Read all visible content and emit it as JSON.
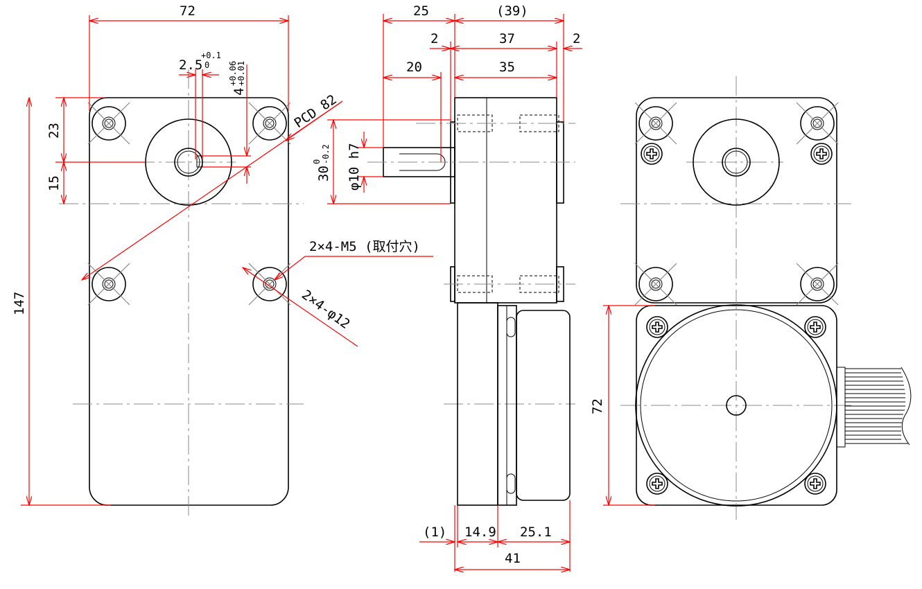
{
  "front_view": {
    "width": "72",
    "keyway_width": "2.5",
    "keyway_width_tol_upper": "+0.1",
    "keyway_width_tol_lower": "0",
    "key_depth": "4",
    "key_depth_tol_upper": "+0.06",
    "key_depth_tol_lower": "+0.01",
    "pcd": "PCD 82",
    "dim_23": "23",
    "dim_15": "15",
    "height": "147",
    "mount_holes": "2×4-M5 (取付穴)",
    "counterbore": "2×4-φ12"
  },
  "side_view": {
    "dim_25": "25",
    "dim_39": "(39)",
    "dim_2_left": "2",
    "dim_37": "37",
    "dim_2_right": "2",
    "dim_20": "20",
    "dim_35": "35",
    "pilot": "30",
    "pilot_tol_upper": "0",
    "pilot_tol_lower": "-0.2",
    "shaft": "φ10 h7",
    "dim_1": "(1)",
    "dim_14_9": "14.9",
    "dim_25_1": "25.1",
    "dim_41": "41"
  },
  "rear_view": {
    "motor_size": "72"
  }
}
